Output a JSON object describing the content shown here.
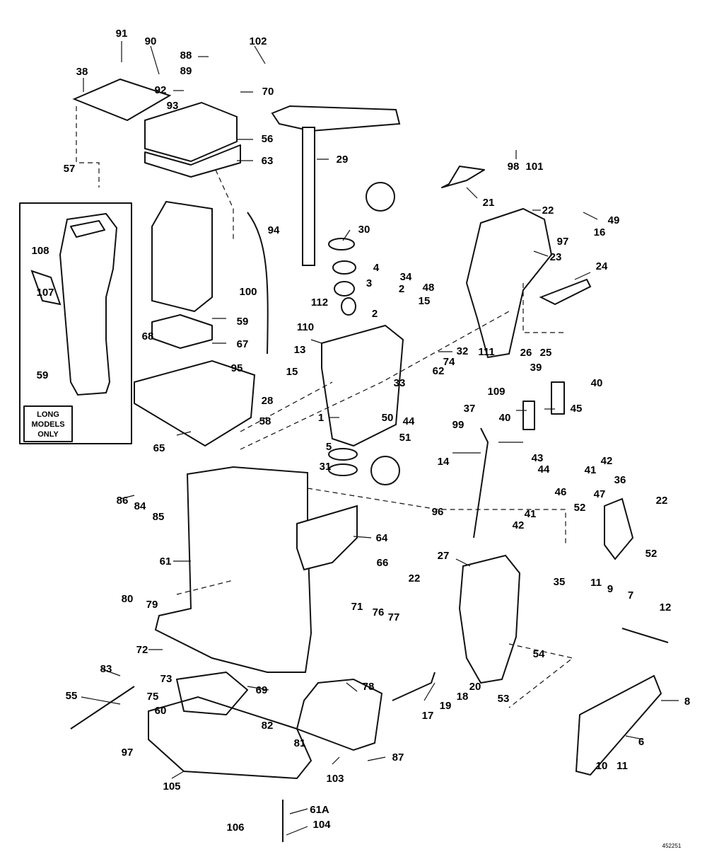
{
  "inset": {
    "note_lines": [
      "LONG",
      "MODELS",
      "ONLY"
    ]
  },
  "figure_code": "452251",
  "callouts": {
    "c91": "91",
    "c90": "90",
    "c88": "88",
    "c102": "102",
    "c38": "38",
    "c89": "89",
    "c92": "92",
    "c93": "93",
    "c70": "70",
    "c56": "56",
    "c63": "63",
    "c57": "57",
    "c29": "29",
    "c98": "98",
    "c101": "101",
    "c21": "21",
    "c22a": "22",
    "c49": "49",
    "c16": "16",
    "c97a": "97",
    "c108": "108",
    "c94": "94",
    "c30": "30",
    "c34": "34",
    "c48": "48",
    "c23": "23",
    "c4": "4",
    "c24": "24",
    "c100": "100",
    "c107": "107",
    "c112": "112",
    "c3": "3",
    "c2a": "2",
    "c2b": "2",
    "c15a": "15",
    "c59a": "59",
    "c67": "67",
    "c110": "110",
    "c13": "13",
    "c32": "32",
    "c26": "26",
    "c25": "25",
    "c68": "68",
    "c62": "62",
    "c74": "74",
    "c111": "111",
    "c95": "95",
    "c59b": "59",
    "c15b": "15",
    "c33": "33",
    "c109": "109",
    "c39": "39",
    "c40a": "40",
    "c28": "28",
    "c50": "50",
    "c44a": "44",
    "c37": "37",
    "c45": "45",
    "c1": "1",
    "c58": "58",
    "c99": "99",
    "c40b": "40",
    "c65": "65",
    "c51": "51",
    "c5": "5",
    "c43": "43",
    "c42a": "42",
    "c14": "14",
    "c41a": "41",
    "c31": "31",
    "c44b": "44",
    "c36": "36",
    "c86": "86",
    "c84": "84",
    "c46": "46",
    "c47": "47",
    "c85": "85",
    "c96": "96",
    "c41b": "41",
    "c52a": "52",
    "c22b": "22",
    "c42b": "42",
    "c64": "64",
    "c61": "61",
    "c66": "66",
    "c52b": "52",
    "c27": "27",
    "c35": "35",
    "c22c": "22",
    "c11a": "11",
    "c9": "9",
    "c80": "80",
    "c79": "79",
    "c7": "7",
    "c12": "12",
    "c71": "71",
    "c76": "76",
    "c77": "77",
    "c72": "72",
    "c54": "54",
    "c83": "83",
    "c73": "73",
    "c20": "20",
    "c69": "69",
    "c75": "75",
    "c55": "55",
    "c78": "78",
    "c53": "53",
    "c18": "18",
    "c19": "19",
    "c8": "8",
    "c60": "60",
    "c17": "17",
    "c82": "82",
    "c81": "81",
    "c6": "6",
    "c97b": "97",
    "c10": "10",
    "c11b": "11",
    "c87": "87",
    "c105": "105",
    "c103": "103",
    "c61a": "61A",
    "c106": "106",
    "c104": "104"
  }
}
